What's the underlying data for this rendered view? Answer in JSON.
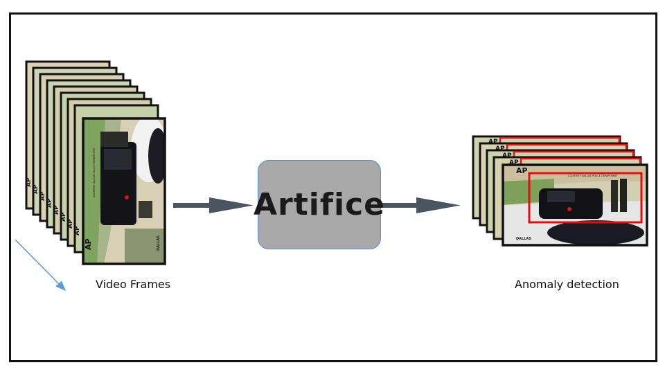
{
  "diagram": {
    "input_label": "Video Frames",
    "process_label": "Artifice",
    "output_label": "Anomaly detection",
    "watermark_text": "AP",
    "footer_text": "DALLAS",
    "overlay_caption": "COURTESY DALLAS POLICE DEPARTMENT",
    "colors": {
      "process_fill": "#a9a9a9",
      "arrow": "#4a5560",
      "detection_box": "#e01010",
      "pointer_arrow": "#5b9bd5"
    }
  }
}
